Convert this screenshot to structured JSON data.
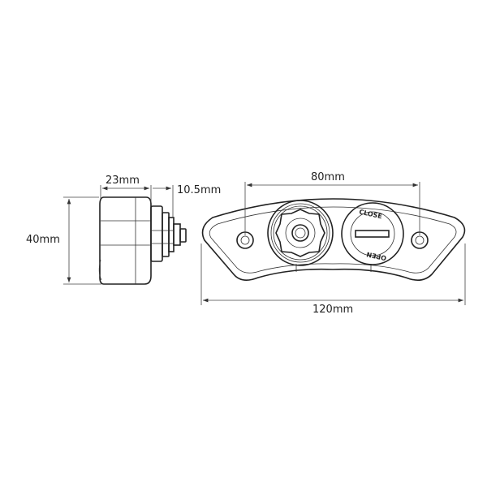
{
  "dimensions": {
    "height_label": "40mm",
    "depth_label": "23mm",
    "stem_label": "10.5mm",
    "hole_spacing_label": "80mm",
    "overall_width_label": "120mm"
  },
  "cap_text": {
    "close": "CLOSE",
    "open": "OPEN"
  }
}
